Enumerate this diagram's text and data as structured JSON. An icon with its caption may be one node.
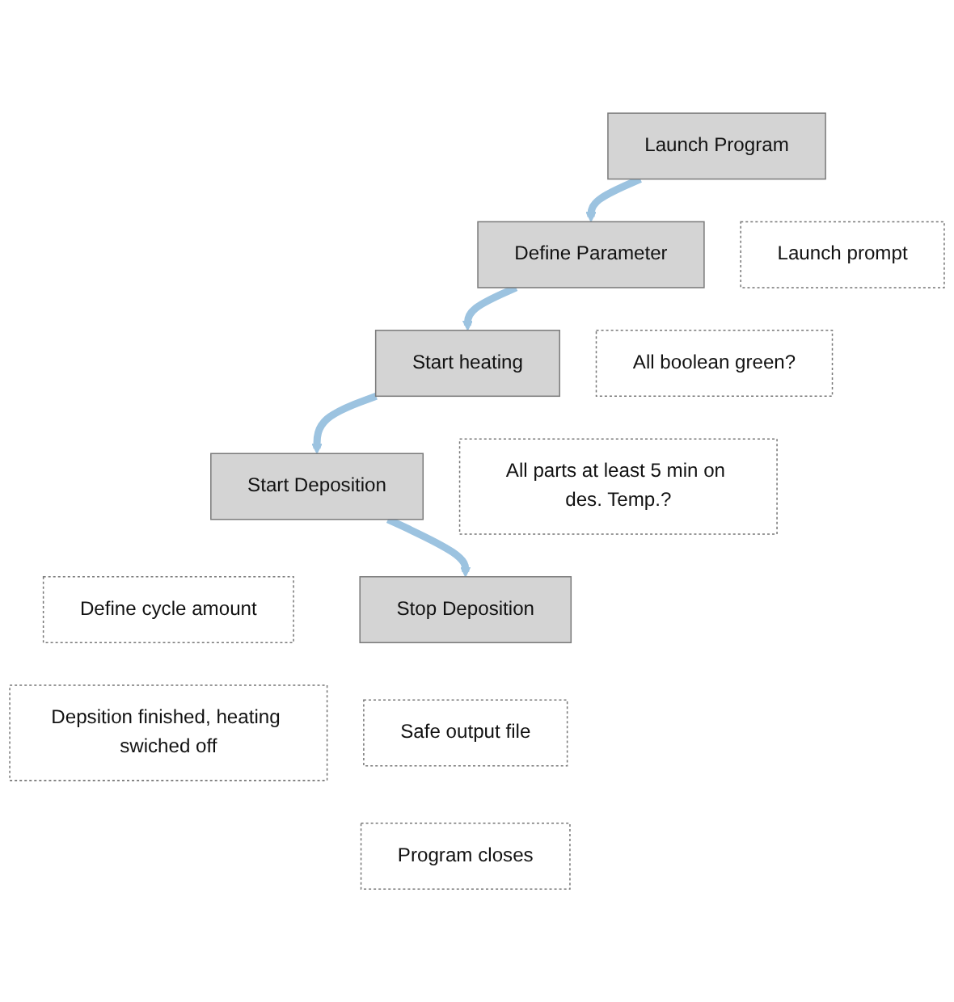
{
  "diagram": {
    "nodes": [
      {
        "text": [
          "Launch Program"
        ]
      },
      {
        "text": [
          "Define Parameter"
        ]
      },
      {
        "text": [
          "Start heating"
        ]
      },
      {
        "text": [
          "Start Deposition"
        ]
      },
      {
        "text": [
          "Stop Deposition"
        ]
      },
      {
        "text": [
          "Launch prompt"
        ]
      },
      {
        "text": [
          "All boolean green?"
        ]
      },
      {
        "text": [
          "All parts at least 5 min on des. Temp.?"
        ]
      },
      {
        "text": [
          "Define cycle amount"
        ]
      },
      {
        "text": [
          "Depsition finished, heating swiched off"
        ]
      },
      {
        "text": [
          "Safe output file"
        ]
      },
      {
        "text": [
          "Program closes"
        ]
      }
    ],
    "edges": [
      {
        "from": 0,
        "to": 1,
        "arrow": "to"
      },
      {
        "from": 1,
        "to": 2,
        "arrow": "to"
      },
      {
        "from": 2,
        "to": 3,
        "arrow": "to"
      },
      {
        "from": 3,
        "to": 4,
        "arrow": "to"
      }
    ]
  }
}
